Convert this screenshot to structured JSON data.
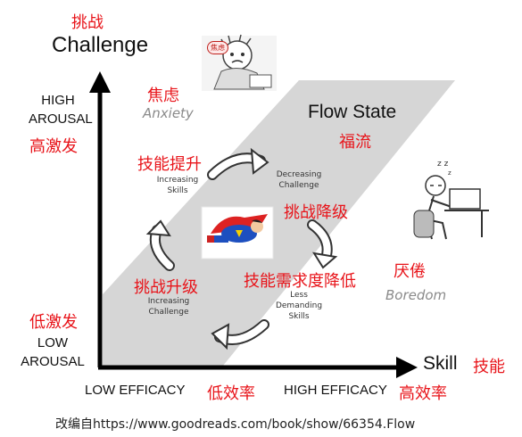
{
  "axes": {
    "y_title_cn": "挑战",
    "y_title_en": "Challenge",
    "x_title_en": "Skill",
    "x_title_cn": "技能",
    "high_arousal": [
      "HIGH",
      "AROUSAL"
    ],
    "high_arousal_cn": "高激发",
    "low_arousal_cn": "低激发",
    "low_arousal": [
      "LOW",
      "AROUSAL"
    ],
    "low_efficacy": "LOW EFFICACY",
    "low_efficacy_cn": "低效率",
    "high_efficacy": "HIGH EFFICACY",
    "high_efficacy_cn": "高效率"
  },
  "zones": {
    "anxiety_cn": "焦虑",
    "anxiety": "Anxiety",
    "anxiety_badge": "焦虑",
    "flow_state": "Flow State",
    "flow_state_cn": "福流",
    "boredom_cn": "厌倦",
    "boredom": "Boredom"
  },
  "cycle": {
    "increase_skills_cn": "技能提升",
    "increase_skills": [
      "Increasing",
      "Skills"
    ],
    "decrease_challenge": [
      "Decreasing",
      "Challenge"
    ],
    "decrease_challenge_cn": "挑战降级",
    "less_demanding_cn": "技能需求度降低",
    "less_demanding": [
      "Less",
      "Demanding",
      "Skills"
    ],
    "increase_challenge_cn": "挑战升级",
    "increase_challenge": [
      "Increasing",
      "Challenge"
    ]
  },
  "source": "改编自https://www.goodreads.com/book/show/66354.Flow",
  "colors": {
    "red": "#e8141a",
    "band": "#d6d6d6",
    "axis": "#000000"
  }
}
